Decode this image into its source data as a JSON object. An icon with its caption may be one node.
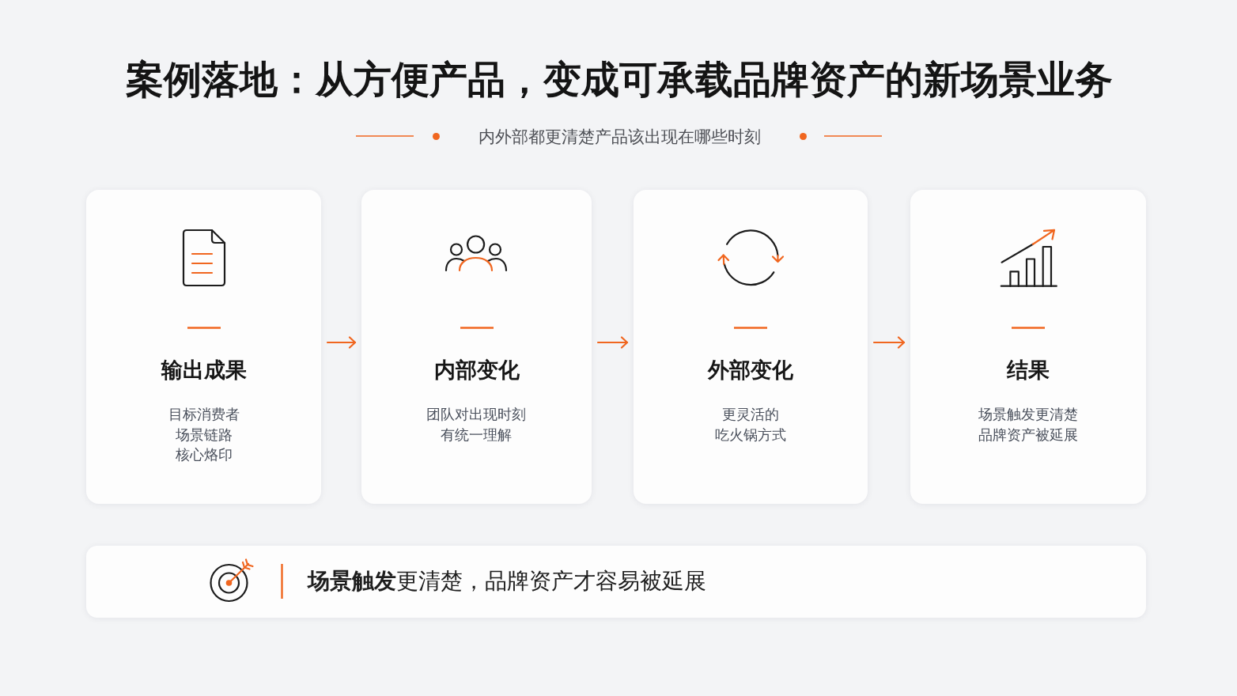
{
  "diagram": {
    "title": "案例落地：从方便产品，变成可承载品牌资产的新场景业务",
    "nodes": [
      {
        "text": [
          "输出成果",
          "目标消费者",
          "场景链路",
          "核心烙印"
        ]
      },
      {
        "text": [
          "内部变化",
          "团队对出现时刻有统一理解"
        ]
      },
      {
        "text": [
          "外部变化",
          "更灵活的",
          "吃火锅方式"
        ]
      },
      {
        "text": [
          "结果",
          "场景触发更清楚",
          "品牌资产被延展"
        ]
      },
      {
        "text": [
          "**场景触发**更清楚，品牌资产才容易被延展"
        ]
      }
    ],
    "edges": [
      {
        "from": 0,
        "to": 1,
        "arrow": "to"
      },
      {
        "from": 1,
        "to": 2,
        "arrow": "to"
      },
      {
        "from": 2,
        "to": 3,
        "arrow": "to"
      }
    ],
    "labels": [
      "内外部都更清楚产品该出现在哪些时刻"
    ]
  }
}
